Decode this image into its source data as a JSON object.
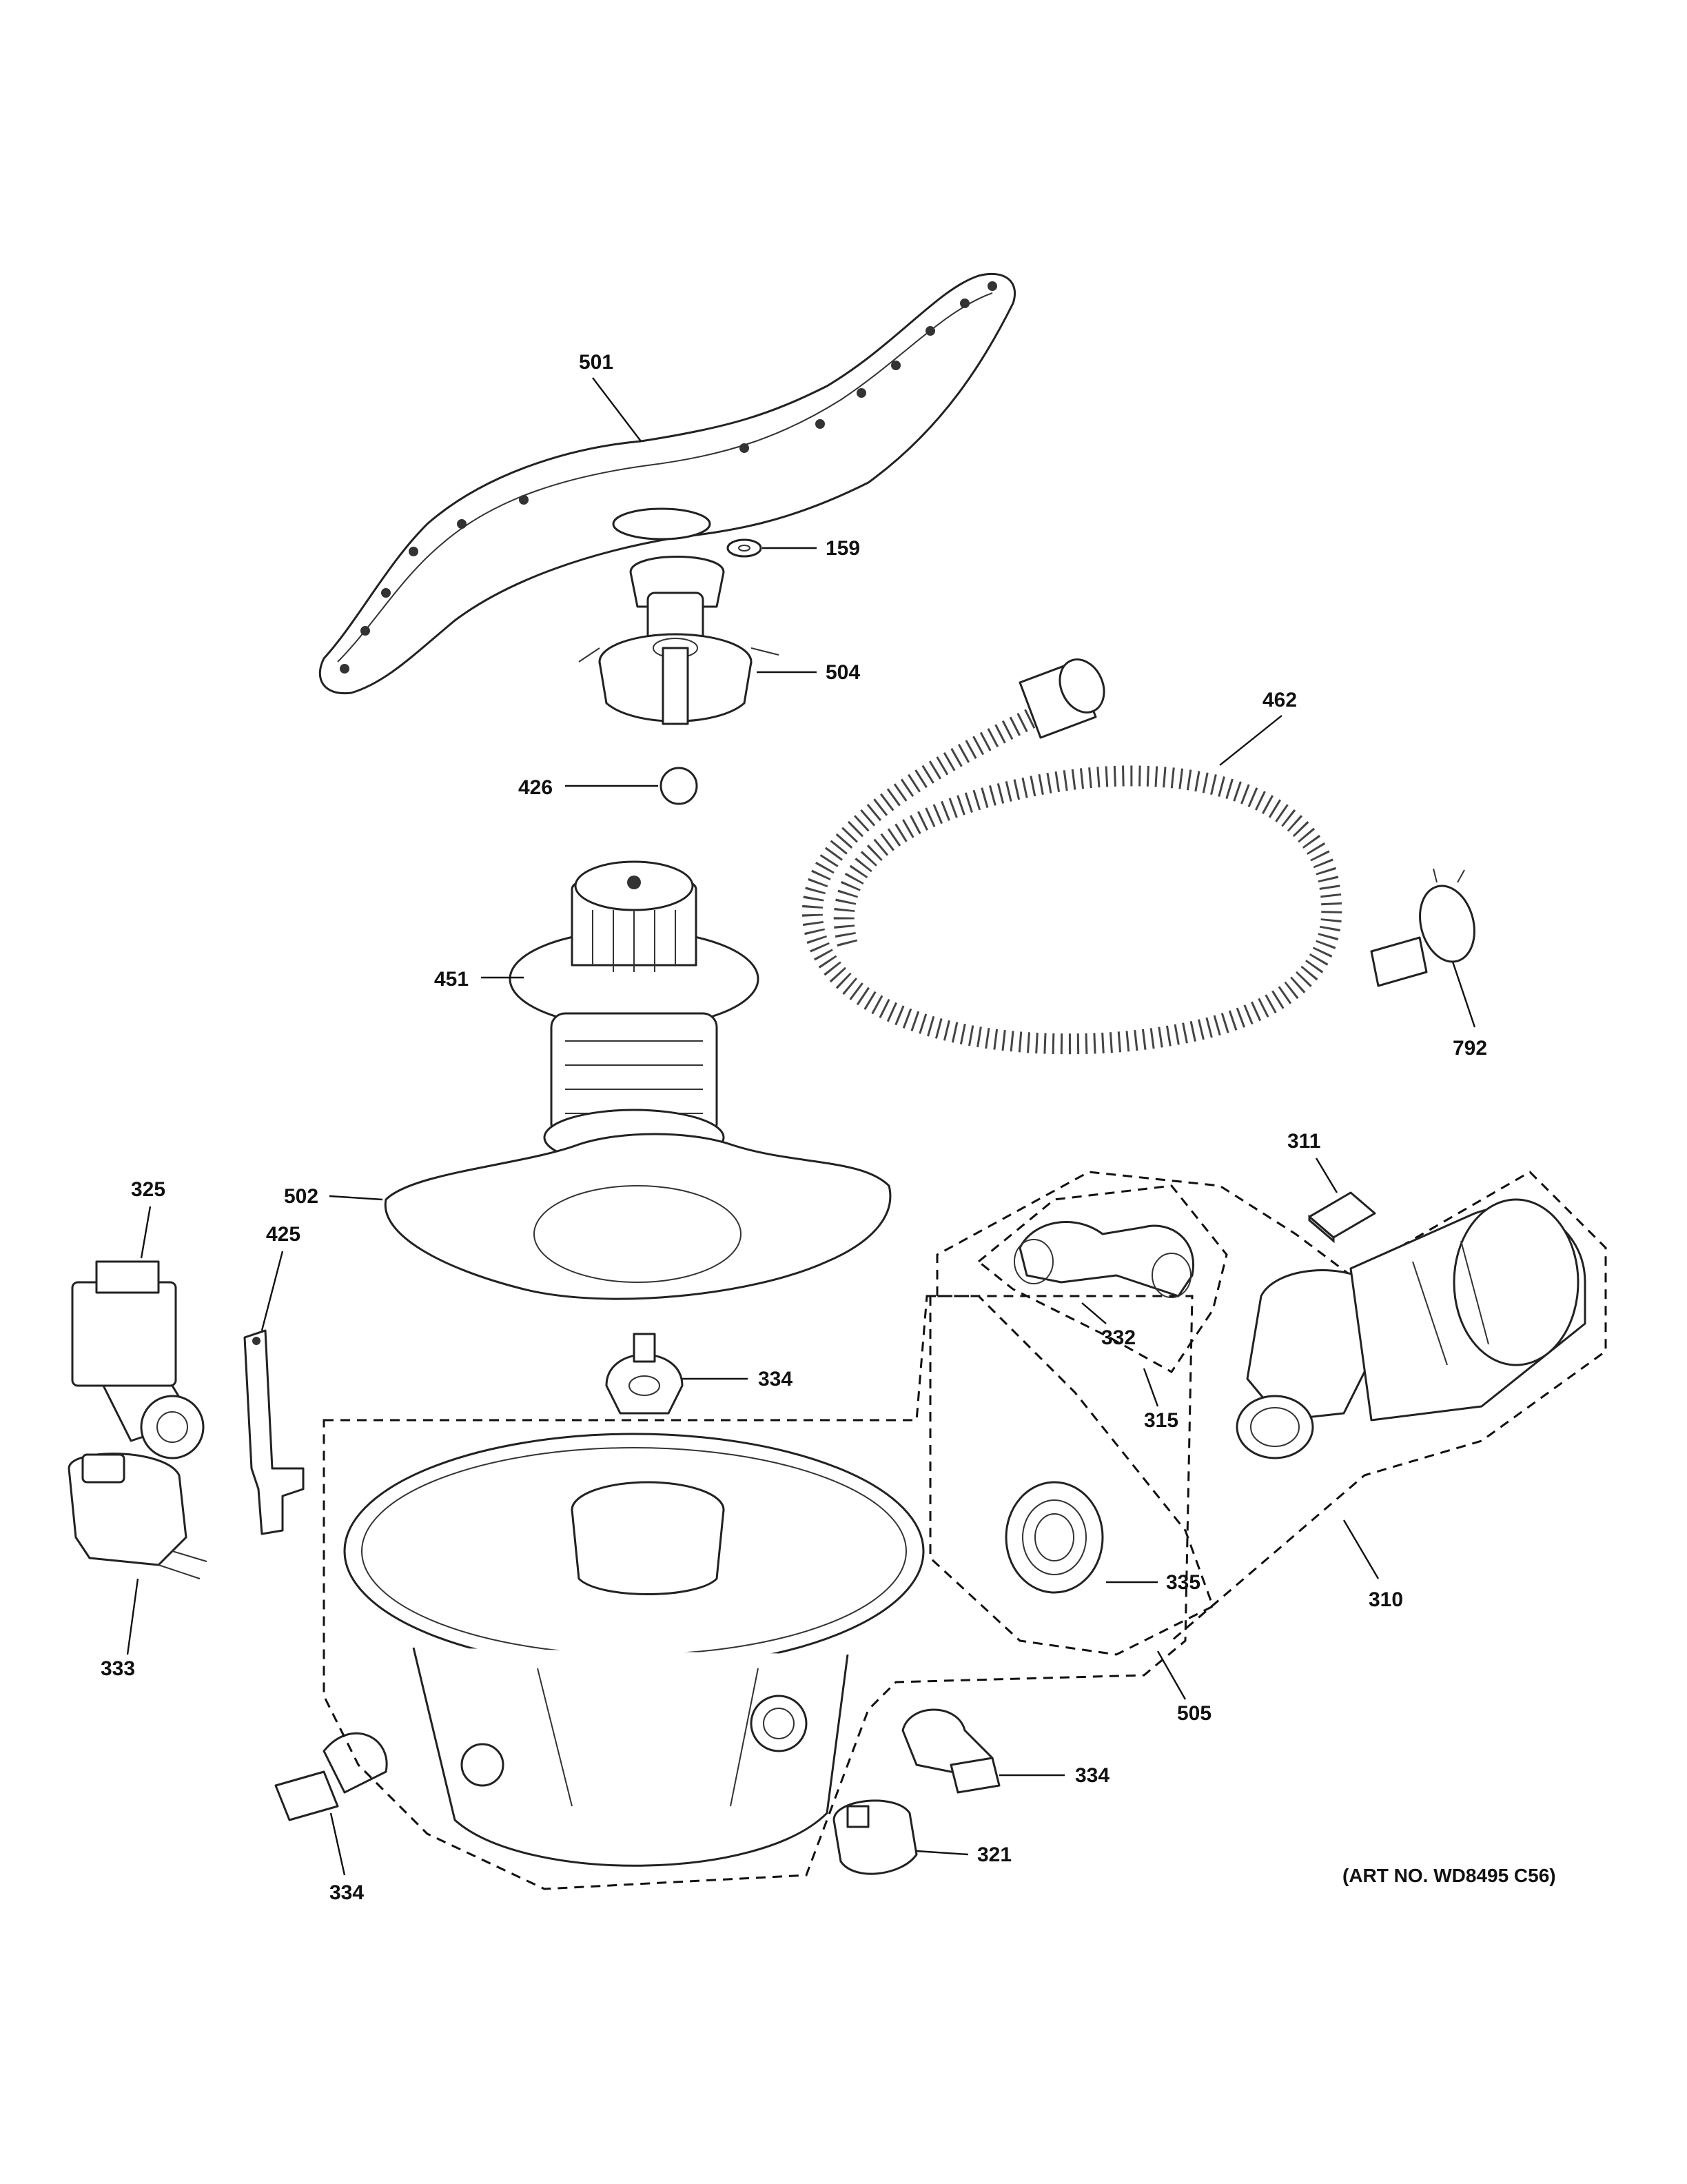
{
  "art_number": "(ART NO. WD8495 C56)",
  "callouts": [
    {
      "id": "501"
    },
    {
      "id": "159"
    },
    {
      "id": "504"
    },
    {
      "id": "462"
    },
    {
      "id": "426"
    },
    {
      "id": "451"
    },
    {
      "id": "792"
    },
    {
      "id": "502"
    },
    {
      "id": "311"
    },
    {
      "id": "325"
    },
    {
      "id": "425"
    },
    {
      "id": "332"
    },
    {
      "id": "334a",
      "label": "334"
    },
    {
      "id": "315"
    },
    {
      "id": "335"
    },
    {
      "id": "310"
    },
    {
      "id": "333"
    },
    {
      "id": "505"
    },
    {
      "id": "334b",
      "label": "334"
    },
    {
      "id": "334c",
      "label": "334"
    },
    {
      "id": "321"
    }
  ],
  "labels": {
    "c501": "501",
    "c159": "159",
    "c504": "504",
    "c462": "462",
    "c426": "426",
    "c451": "451",
    "c792": "792",
    "c502": "502",
    "c311": "311",
    "c325": "325",
    "c425": "425",
    "c332": "332",
    "c334a": "334",
    "c315": "315",
    "c335": "335",
    "c310": "310",
    "c333": "333",
    "c505": "505",
    "c334b": "334",
    "c334c": "334",
    "c321": "321"
  }
}
